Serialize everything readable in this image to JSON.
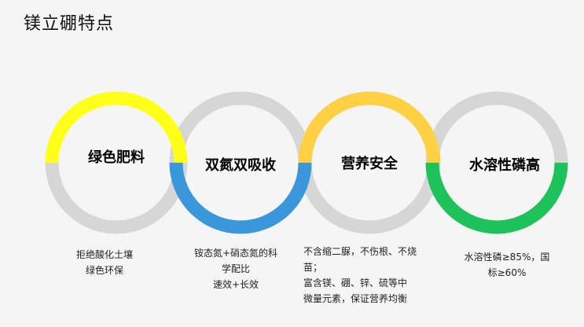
{
  "title": "镁立硼特点",
  "features": [
    {
      "label": "绿色肥料",
      "top_color": "#ffff1a",
      "bottom_color": "#d6d6d6",
      "desc": [
        "拒绝酸化土壤",
        "绿色环保"
      ]
    },
    {
      "label": "双氮双吸收",
      "top_color": "#d6d6d6",
      "bottom_color": "#3b97db",
      "desc": [
        "铵态氮+硝态氮的科",
        "学配比",
        "速效+长效"
      ]
    },
    {
      "label": "营养安全",
      "top_color": "#ffd044",
      "bottom_color": "#d6d6d6",
      "desc": [
        "不含缩二脲，不伤根、不烧",
        "苗；",
        "富含镁、硼、锌、硫等中",
        "微量元素，保证营养均衡"
      ]
    },
    {
      "label": "水溶性磷高",
      "top_color": "#d6d6d6",
      "bottom_color": "#1ec25a",
      "desc": [
        "水溶性磷≥85%，国",
        "标≥60%"
      ]
    }
  ]
}
